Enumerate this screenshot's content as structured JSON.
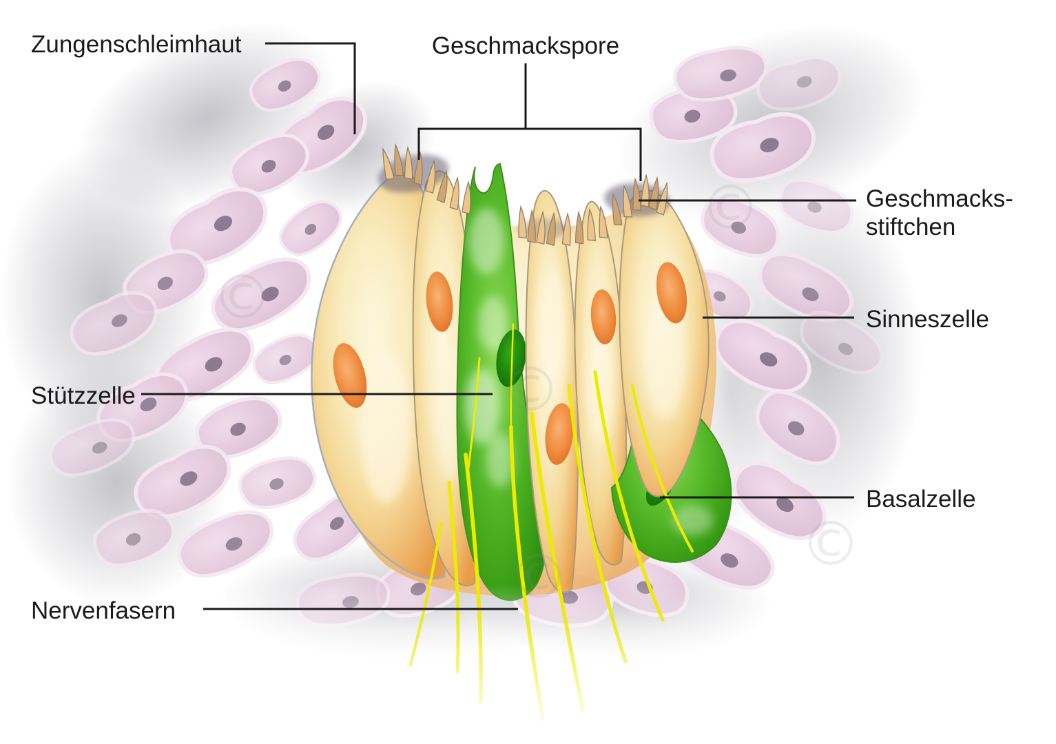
{
  "figure": {
    "subject": "taste bud cross-section diagram",
    "language": "German"
  },
  "labels": {
    "tongue_mucosa": "Zungenschleimhaut",
    "taste_pore": "Geschmackspore",
    "taste_hairs_line1": "Geschmacks-",
    "taste_hairs_line2": "stiftchen",
    "sensory_cell": "Sinneszelle",
    "supporting_cell": "Stützzelle",
    "basal_cell": "Basalzelle",
    "nerve_fibers": "Nervenfasern"
  },
  "watermark": {
    "symbol": "©"
  },
  "colors": {
    "background": "#ffffff",
    "label_text": "#1a1a1a",
    "leader_line": "#1a1a1a",
    "epithelial_cell_pink": "#e6cbdf",
    "epithelial_nucleus": "#7e6a81",
    "taste_cell_cream": "#fdf7dd",
    "taste_cell_orange_edge": "#e89c48",
    "taste_cell_nucleus_orange": "#ee8a3c",
    "supporting_cell_green": "#46ab21",
    "green_nucleus": "#1b800a",
    "nerve_fiber_yellow": "#eceb00"
  }
}
